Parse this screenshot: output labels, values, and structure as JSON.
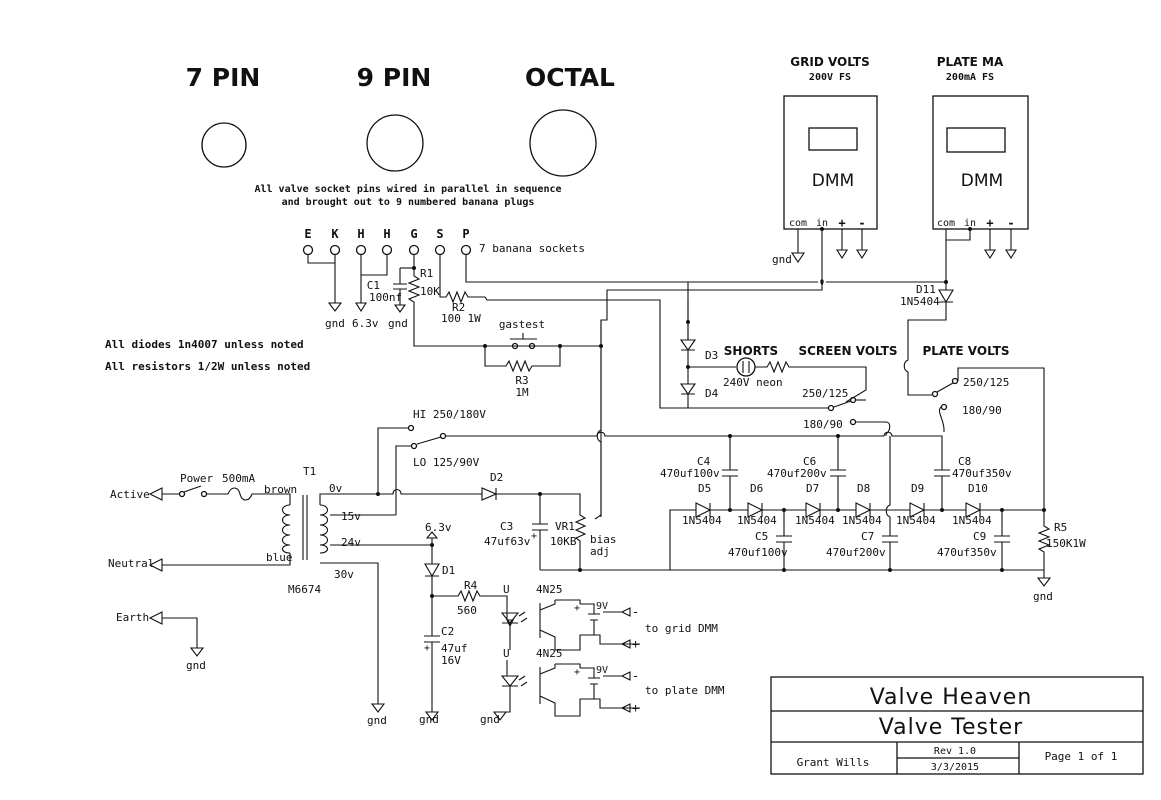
{
  "sockets": {
    "pin7": "7 PIN",
    "pin9": "9 PIN",
    "octal": "OCTAL",
    "note1": "All valve socket pins wired in parallel in sequence",
    "note2": "and brought out to 9 numbered banana plugs"
  },
  "banana": {
    "labels": [
      "E",
      "K",
      "H",
      "H",
      "G",
      "S",
      "P"
    ],
    "note": "7 banana sockets"
  },
  "meters": {
    "grid_title": "GRID VOLTS",
    "grid_range": "200V FS",
    "plate_title": "PLATE MA",
    "plate_range": "200mA FS",
    "dmm": "DMM",
    "com": "com",
    "in": "in",
    "plus": "+",
    "minus": "-"
  },
  "notes": {
    "diodes": "All diodes 1n4007 unless noted",
    "resistors": "All resistors 1/2W unless noted"
  },
  "components": {
    "c1": "C1",
    "c1_val": "100nf",
    "r1": "R1",
    "r1_val": "10K",
    "r2": "R2",
    "r2_val": "100 1W",
    "gastest": "gastest",
    "r3": "R3",
    "r3_val": "1M",
    "d3": "D3",
    "d4": "D4",
    "shorts": "SHORTS",
    "neon": "240V neon",
    "screen_volts": "SCREEN VOLTS",
    "plate_volts": "PLATE VOLTS",
    "sw_screen_a": "250/125",
    "sw_screen_b": "180/90",
    "sw_plate_a": "250/125",
    "sw_plate_b": "180/90",
    "d11": "D11",
    "d11_val": "1N5404",
    "hi": "HI 250/180V",
    "lo": "LO 125/90V",
    "power": "Power",
    "fuse": "500mA",
    "active": "Active",
    "neutral": "Neutral",
    "earth": "Earth",
    "t1": "T1",
    "brown": "brown",
    "blue": "blue",
    "tap0": "0v",
    "tap15": "15v",
    "tap24": "24v",
    "tap30": "30v",
    "xfmr": "M6674",
    "d2": "D2",
    "c3": "C3",
    "c3_val": "47uf63v",
    "vr1": "VR1",
    "vr1_val": "10KB",
    "bias": "bias",
    "adj": "adj",
    "c4": "C4",
    "c4_val": "470uf100v",
    "c6": "C6",
    "c6_val": "470uf200v",
    "c8": "C8",
    "c8_val": "470uf350v",
    "d5": "D5",
    "d6": "D6",
    "d7": "D7",
    "d8": "D8",
    "d9": "D9",
    "d10": "D10",
    "n5404": "1N5404",
    "c5": "C5",
    "c5_val": "470uf100v",
    "c7": "C7",
    "c7_val": "470uf200v",
    "c9": "C9",
    "c9_val": "470uf350v",
    "r5": "R5",
    "r5_val": "150K1W",
    "v63": "6.3v",
    "d1": "D1",
    "r4": "R4",
    "r4_val": "560",
    "c2": "C2",
    "c2_val": "47uf",
    "c2_v": "16V",
    "u": "U",
    "u4n25": "4N25",
    "nine_v": "9V",
    "to_grid": "to grid DMM",
    "to_plate": "to plate DMM",
    "gnd": "gnd",
    "v63_small": "6.3v"
  },
  "title_block": {
    "company": "Valve Heaven",
    "title": "Valve Tester",
    "author": "Grant Wills",
    "rev": "Rev 1.0",
    "date": "3/3/2015",
    "page": "Page 1 of 1"
  }
}
